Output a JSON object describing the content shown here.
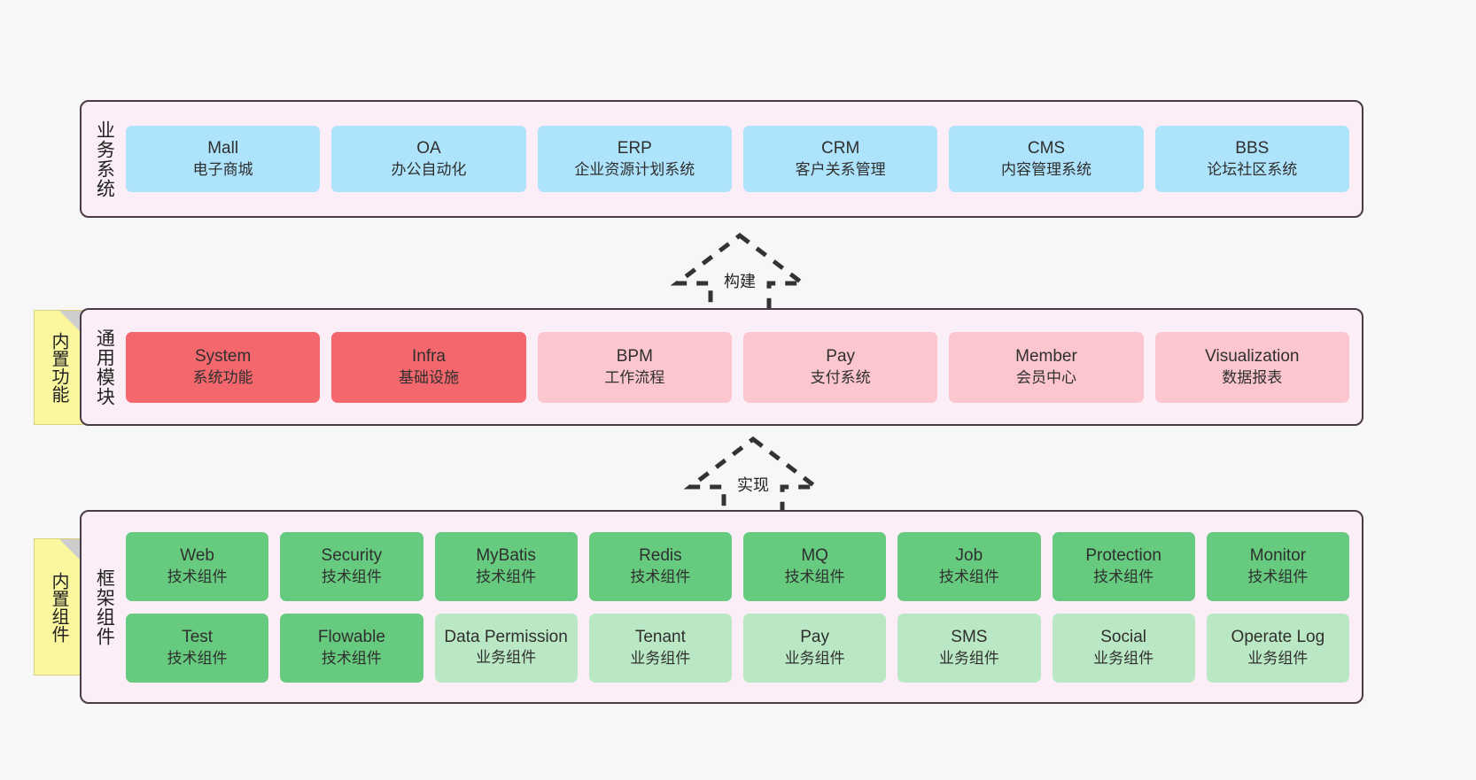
{
  "diagram": {
    "background_color": "#f7f7f7",
    "panel_color": "#fbeef7",
    "panel_border_color": "#4a3b46"
  },
  "layers": [
    {
      "id": "business",
      "title": "业务系统",
      "rows": [
        {
          "items": [
            {
              "en": "Mall",
              "cn": "电子商城",
              "color": "#ade3fb",
              "style": "c-blue"
            },
            {
              "en": "OA",
              "cn": "办公自动化",
              "color": "#ade3fb",
              "style": "c-blue"
            },
            {
              "en": "ERP",
              "cn": "企业资源计划系统",
              "color": "#ade3fb",
              "style": "c-blue"
            },
            {
              "en": "CRM",
              "cn": "客户关系管理",
              "color": "#ade3fb",
              "style": "c-blue"
            },
            {
              "en": "CMS",
              "cn": "内容管理系统",
              "color": "#ade3fb",
              "style": "c-blue"
            },
            {
              "en": "BBS",
              "cn": "论坛社区系统",
              "color": "#ade3fb",
              "style": "c-blue"
            }
          ]
        }
      ]
    },
    {
      "id": "common",
      "title": "通用模块",
      "note": "内置功能",
      "rows": [
        {
          "items": [
            {
              "en": "System",
              "cn": "系统功能",
              "color": "#f4676d",
              "style": "c-red"
            },
            {
              "en": "Infra",
              "cn": "基础设施",
              "color": "#f4676d",
              "style": "c-red"
            },
            {
              "en": "BPM",
              "cn": "工作流程",
              "color": "#fcc6cf",
              "style": "c-pink"
            },
            {
              "en": "Pay",
              "cn": "支付系统",
              "color": "#fcc6cf",
              "style": "c-pink"
            },
            {
              "en": "Member",
              "cn": "会员中心",
              "color": "#fcc6cf",
              "style": "c-pink"
            },
            {
              "en": "Visualization",
              "cn": "数据报表",
              "color": "#fcc6cf",
              "style": "c-pink"
            }
          ]
        }
      ]
    },
    {
      "id": "framework",
      "title": "框架组件",
      "note": "内置组件",
      "rows": [
        {
          "items": [
            {
              "en": "Web",
              "cn": "技术组件",
              "color": "#66cb7f",
              "style": "c-green"
            },
            {
              "en": "Security",
              "cn": "技术组件",
              "color": "#66cb7f",
              "style": "c-green"
            },
            {
              "en": "MyBatis",
              "cn": "技术组件",
              "color": "#66cb7f",
              "style": "c-green"
            },
            {
              "en": "Redis",
              "cn": "技术组件",
              "color": "#66cb7f",
              "style": "c-green"
            },
            {
              "en": "MQ",
              "cn": "技术组件",
              "color": "#66cb7f",
              "style": "c-green"
            },
            {
              "en": "Job",
              "cn": "技术组件",
              "color": "#66cb7f",
              "style": "c-green"
            },
            {
              "en": "Protection",
              "cn": "技术组件",
              "color": "#66cb7f",
              "style": "c-green"
            },
            {
              "en": "Monitor",
              "cn": "技术组件",
              "color": "#66cb7f",
              "style": "c-green"
            }
          ]
        },
        {
          "items": [
            {
              "en": "Test",
              "cn": "技术组件",
              "color": "#66cb7f",
              "style": "c-green"
            },
            {
              "en": "Flowable",
              "cn": "技术组件",
              "color": "#66cb7f",
              "style": "c-green"
            },
            {
              "en": "Data Permission",
              "cn": "业务组件",
              "color": "#bbe8c4",
              "style": "c-lightgreen wrap-en"
            },
            {
              "en": "Tenant",
              "cn": "业务组件",
              "color": "#bbe8c4",
              "style": "c-lightgreen"
            },
            {
              "en": "Pay",
              "cn": "业务组件",
              "color": "#bbe8c4",
              "style": "c-lightgreen"
            },
            {
              "en": "SMS",
              "cn": "业务组件",
              "color": "#bbe8c4",
              "style": "c-lightgreen"
            },
            {
              "en": "Social",
              "cn": "业务组件",
              "color": "#bbe8c4",
              "style": "c-lightgreen"
            },
            {
              "en": "Operate Log",
              "cn": "业务组件",
              "color": "#bbe8c4",
              "style": "c-lightgreen"
            }
          ]
        }
      ]
    }
  ],
  "connectors": [
    {
      "id": "build",
      "label": "构建",
      "direction": "up",
      "from": "common",
      "to": "business"
    },
    {
      "id": "impl",
      "label": "实现",
      "direction": "up",
      "from": "framework",
      "to": "common"
    }
  ]
}
